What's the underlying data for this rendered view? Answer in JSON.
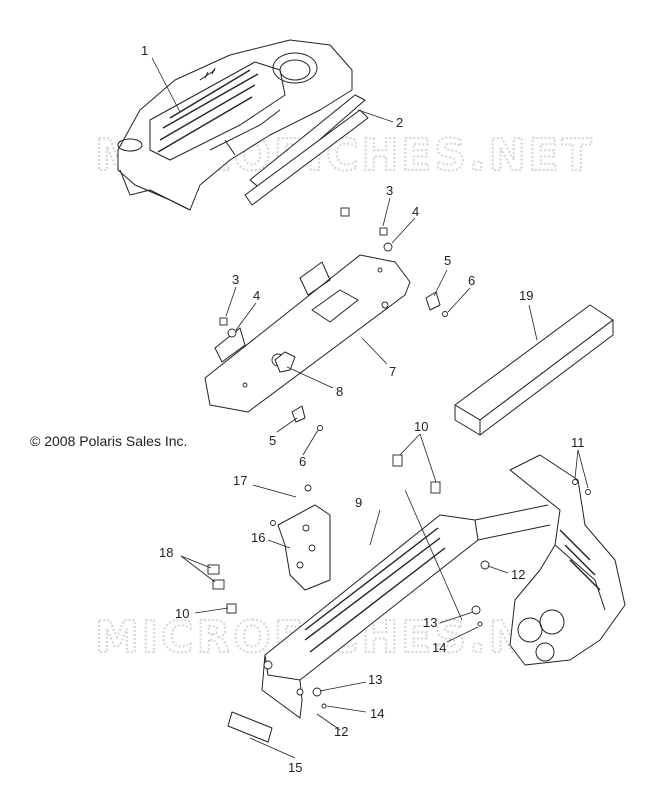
{
  "copyright": "© 2008 Polaris Sales Inc.",
  "watermarks": [
    "MICROFICHES.NET",
    "MICROFICHES.NET"
  ],
  "callouts": [
    "1",
    "2",
    "3",
    "4",
    "3",
    "4",
    "5",
    "6",
    "7",
    "8",
    "5",
    "6",
    "10",
    "11",
    "17",
    "9",
    "16",
    "18",
    "12",
    "10",
    "13",
    "14",
    "13",
    "14",
    "12",
    "15",
    "19"
  ],
  "colors": {
    "line": "#222222",
    "watermark": "#d4d4d4",
    "background": "#ffffff"
  }
}
